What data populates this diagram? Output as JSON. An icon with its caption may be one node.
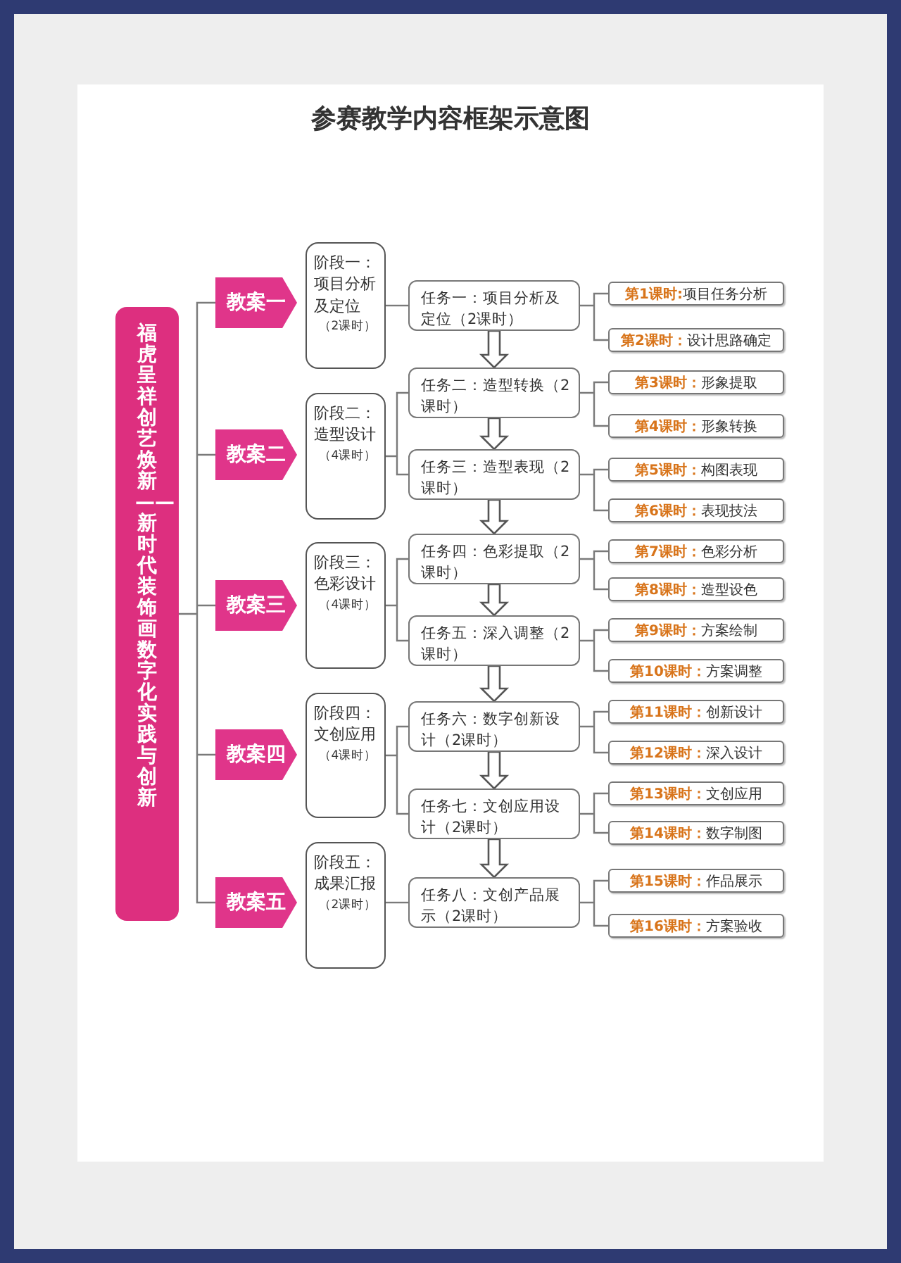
{
  "diagram": {
    "title": "参赛教学内容框架示意图",
    "nodes": [
      {
        "text": [
          "福虎呈祥创艺焕新——新时代装饰画数字化实践与创新"
        ]
      },
      {
        "text": [
          "教案一"
        ]
      },
      {
        "text": [
          "教案二"
        ]
      },
      {
        "text": [
          "教案三"
        ]
      },
      {
        "text": [
          "教案四"
        ]
      },
      {
        "text": [
          "教案五"
        ]
      },
      {
        "text": [
          "阶段一：项目分析及定位",
          "（2课时）"
        ]
      },
      {
        "text": [
          "阶段二：造型设计",
          "（4课时）"
        ]
      },
      {
        "text": [
          "阶段三：色彩设计",
          "（4课时）"
        ]
      },
      {
        "text": [
          "阶段四：文创应用",
          "（4课时）"
        ]
      },
      {
        "text": [
          "阶段五：成果汇报",
          "（2课时）"
        ]
      },
      {
        "text": [
          "任务一：项目分析及定位（2课时）"
        ]
      },
      {
        "text": [
          "任务二：造型转换（2课时）"
        ]
      },
      {
        "text": [
          "任务三：造型表现（2课时）"
        ]
      },
      {
        "text": [
          "任务四：色彩提取（2课时）"
        ]
      },
      {
        "text": [
          "任务五：深入调整（2课时）"
        ]
      },
      {
        "text": [
          "任务六：数字创新设计（2课时）"
        ]
      },
      {
        "text": [
          "任务七：文创应用设计（2课时）"
        ]
      },
      {
        "text": [
          "任务八：文创产品展示（2课时）"
        ]
      },
      {
        "text": [
          "第1课时:",
          "项目任务分析"
        ]
      },
      {
        "text": [
          "第2课时：",
          "设计思路确定"
        ]
      },
      {
        "text": [
          "第3课时：",
          "形象提取"
        ]
      },
      {
        "text": [
          "第4课时：",
          "形象转换"
        ]
      },
      {
        "text": [
          "第5课时：",
          "构图表现"
        ]
      },
      {
        "text": [
          "第6课时：",
          "表现技法"
        ]
      },
      {
        "text": [
          "第7课时：",
          "色彩分析"
        ]
      },
      {
        "text": [
          "第8课时：",
          "造型设色"
        ]
      },
      {
        "text": [
          "第9课时：",
          "方案绘制"
        ]
      },
      {
        "text": [
          "第10课时：",
          "方案调整"
        ]
      },
      {
        "text": [
          "第11课时：",
          "创新设计"
        ]
      },
      {
        "text": [
          "第12课时：",
          "深入设计"
        ]
      },
      {
        "text": [
          "第13课时：",
          "文创应用"
        ]
      },
      {
        "text": [
          "第14课时：",
          "数字制图"
        ]
      },
      {
        "text": [
          "第15课时：",
          "作品展示"
        ]
      },
      {
        "text": [
          "第16课时：",
          "方案验收"
        ]
      }
    ],
    "edges": [
      {
        "from": 0,
        "to": 1,
        "arrow": "none"
      },
      {
        "from": 0,
        "to": 2,
        "arrow": "none"
      },
      {
        "from": 0,
        "to": 3,
        "arrow": "none"
      },
      {
        "from": 0,
        "to": 4,
        "arrow": "none"
      },
      {
        "from": 0,
        "to": 5,
        "arrow": "none"
      },
      {
        "from": 6,
        "to": 11,
        "arrow": "none"
      },
      {
        "from": 7,
        "to": 12,
        "arrow": "none"
      },
      {
        "from": 7,
        "to": 13,
        "arrow": "none"
      },
      {
        "from": 8,
        "to": 14,
        "arrow": "none"
      },
      {
        "from": 8,
        "to": 15,
        "arrow": "none"
      },
      {
        "from": 9,
        "to": 16,
        "arrow": "none"
      },
      {
        "from": 9,
        "to": 17,
        "arrow": "none"
      },
      {
        "from": 10,
        "to": 18,
        "arrow": "none"
      },
      {
        "from": 11,
        "to": 19,
        "arrow": "none"
      },
      {
        "from": 11,
        "to": 20,
        "arrow": "none"
      },
      {
        "from": 12,
        "to": 21,
        "arrow": "none"
      },
      {
        "from": 12,
        "to": 22,
        "arrow": "none"
      },
      {
        "from": 13,
        "to": 23,
        "arrow": "none"
      },
      {
        "from": 13,
        "to": 24,
        "arrow": "none"
      },
      {
        "from": 14,
        "to": 25,
        "arrow": "none"
      },
      {
        "from": 14,
        "to": 26,
        "arrow": "none"
      },
      {
        "from": 15,
        "to": 27,
        "arrow": "none"
      },
      {
        "from": 15,
        "to": 28,
        "arrow": "none"
      },
      {
        "from": 16,
        "to": 29,
        "arrow": "none"
      },
      {
        "from": 16,
        "to": 30,
        "arrow": "none"
      },
      {
        "from": 17,
        "to": 31,
        "arrow": "none"
      },
      {
        "from": 17,
        "to": 32,
        "arrow": "none"
      },
      {
        "from": 18,
        "to": 33,
        "arrow": "none"
      },
      {
        "from": 18,
        "to": 34,
        "arrow": "none"
      },
      {
        "from": 11,
        "to": 12,
        "arrow": "to"
      },
      {
        "from": 12,
        "to": 13,
        "arrow": "to"
      },
      {
        "from": 13,
        "to": 14,
        "arrow": "to"
      },
      {
        "from": 14,
        "to": 15,
        "arrow": "to"
      },
      {
        "from": 15,
        "to": 16,
        "arrow": "to"
      },
      {
        "from": 16,
        "to": 17,
        "arrow": "to"
      },
      {
        "from": 17,
        "to": 18,
        "arrow": "to"
      }
    ]
  }
}
